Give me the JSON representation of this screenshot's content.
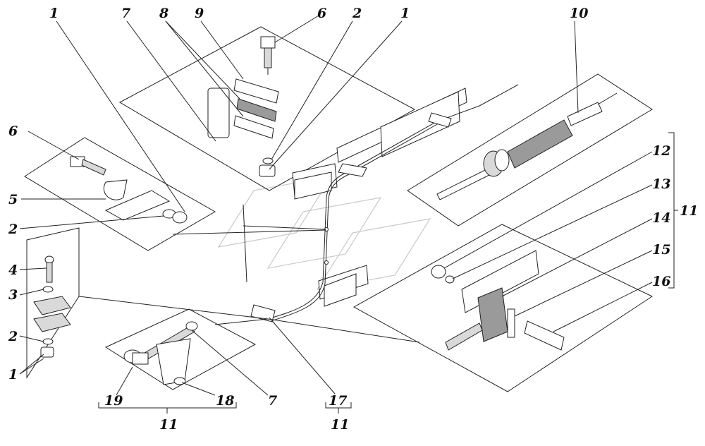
{
  "labels": {
    "l1a": "1",
    "l7a": "7",
    "l8": "8",
    "l9": "9",
    "l6a": "6",
    "l2a": "2",
    "l1b": "1",
    "l10": "10",
    "l6b": "6",
    "l5": "5",
    "l2b": "2",
    "l4": "4",
    "l3": "3",
    "l2c": "2",
    "l1c": "1",
    "l12": "12",
    "l13": "13",
    "l14": "14",
    "l15": "15",
    "l16": "16",
    "l11r": "11",
    "l19": "19",
    "l18": "18",
    "l7b": "7",
    "l17": "17",
    "l11a": "11",
    "l11b": "11"
  }
}
